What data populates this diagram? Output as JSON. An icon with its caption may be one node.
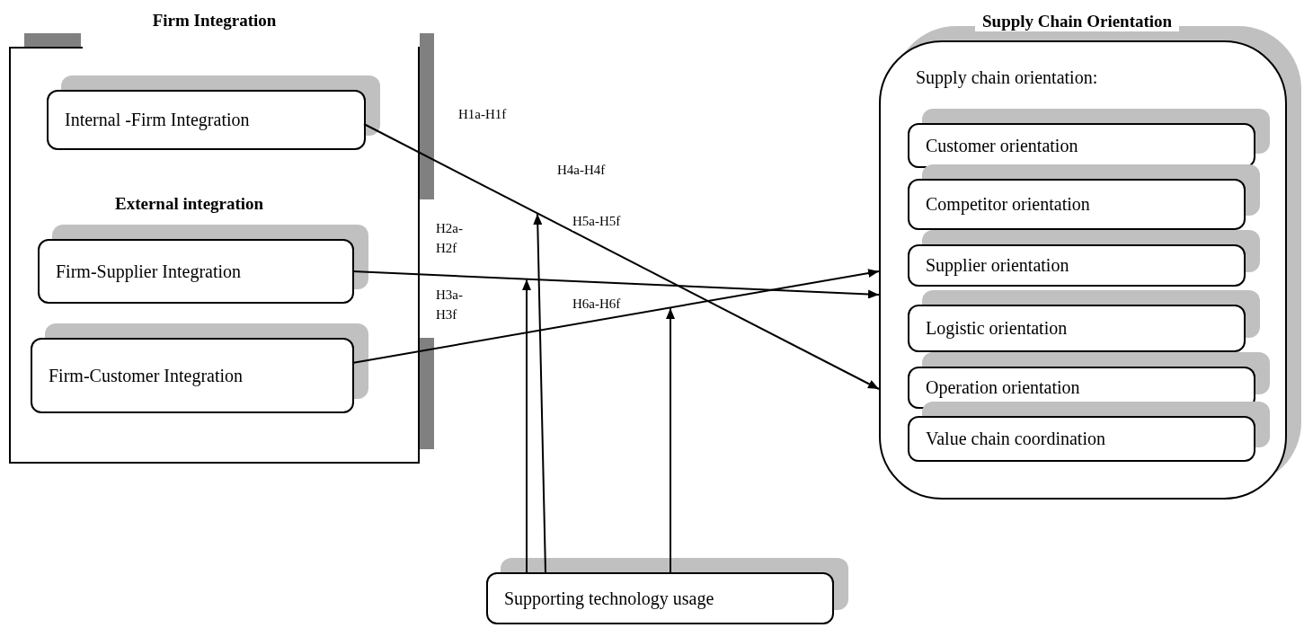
{
  "diagram": {
    "nodes": [
      {
        "text": [
          "Firm Integration"
        ]
      },
      {
        "text": [
          "Internal -Firm Integration"
        ],
        "in": 0
      },
      {
        "text": [
          "Firm-Supplier Integration"
        ],
        "in": 0
      },
      {
        "text": [
          "Firm-Customer Integration"
        ],
        "in": 0
      },
      {
        "text": [
          "Supply Chain Orientation",
          "Supply chain orientation:"
        ]
      },
      {
        "text": [
          "Customer orientation"
        ],
        "in": 4
      },
      {
        "text": [
          "Competitor orientation"
        ],
        "in": 4
      },
      {
        "text": [
          "Supplier orientation"
        ],
        "in": 4
      },
      {
        "text": [
          "Logistic orientation"
        ],
        "in": 4
      },
      {
        "text": [
          "Operation orientation"
        ],
        "in": 4
      },
      {
        "text": [
          "Value chain coordination"
        ],
        "in": 4
      },
      {
        "text": [
          "Supporting technology usage"
        ]
      }
    ],
    "edges": [
      {
        "from": 1,
        "to": 4,
        "arrow": "to"
      },
      {
        "from": 2,
        "to": 4,
        "arrow": "to"
      },
      {
        "from": 3,
        "to": 4,
        "arrow": "to"
      },
      {
        "from": 11,
        "to": null,
        "arrow": "to"
      },
      {
        "from": 11,
        "to": null,
        "arrow": "to"
      },
      {
        "from": 11,
        "to": null,
        "arrow": "to"
      }
    ],
    "labels": [
      "H1a-H1f",
      "H4a-H4f",
      "External integration",
      "H2a- H2f",
      "H5a-H5f",
      "H3a- H3f",
      "H6a-H6f"
    ]
  }
}
